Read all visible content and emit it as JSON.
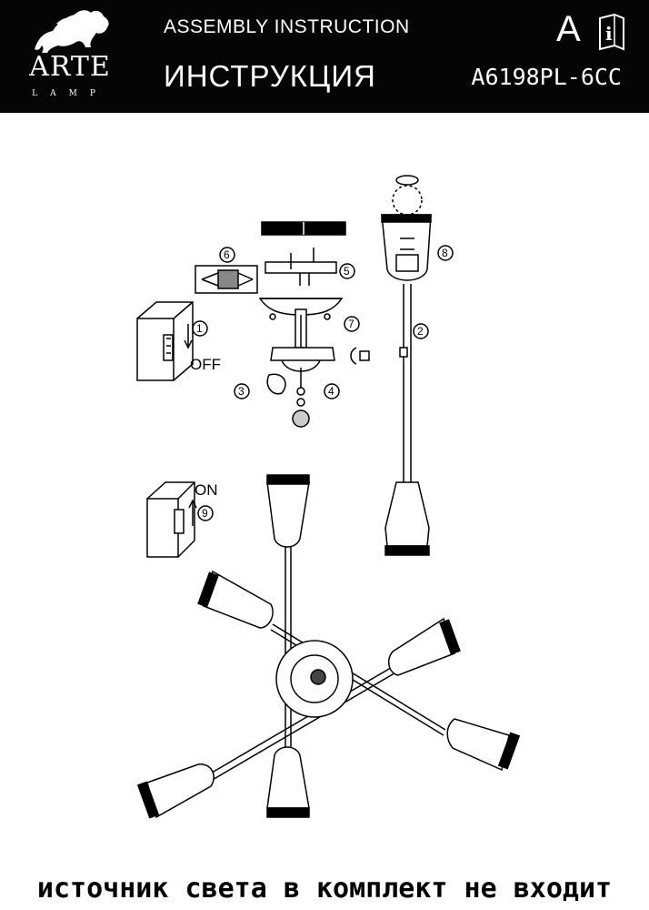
{
  "header": {
    "brand": "ARTE",
    "brand_sub": "LAMP",
    "title_en": "ASSEMBLY INSTRUCTION",
    "title_ru": "ИНСТРУКЦИЯ",
    "model": "A6198PL-6CC",
    "lang_letter": "A",
    "icons": [
      "lion-logo-icon",
      "info-booklet-icon"
    ]
  },
  "diagram": {
    "switch_off_label": "OFF",
    "switch_on_label": "ON",
    "steps": [
      "1",
      "2",
      "3",
      "4",
      "5",
      "6",
      "7",
      "8",
      "9"
    ]
  },
  "footer": {
    "note": "источник света в комплект не входит"
  }
}
